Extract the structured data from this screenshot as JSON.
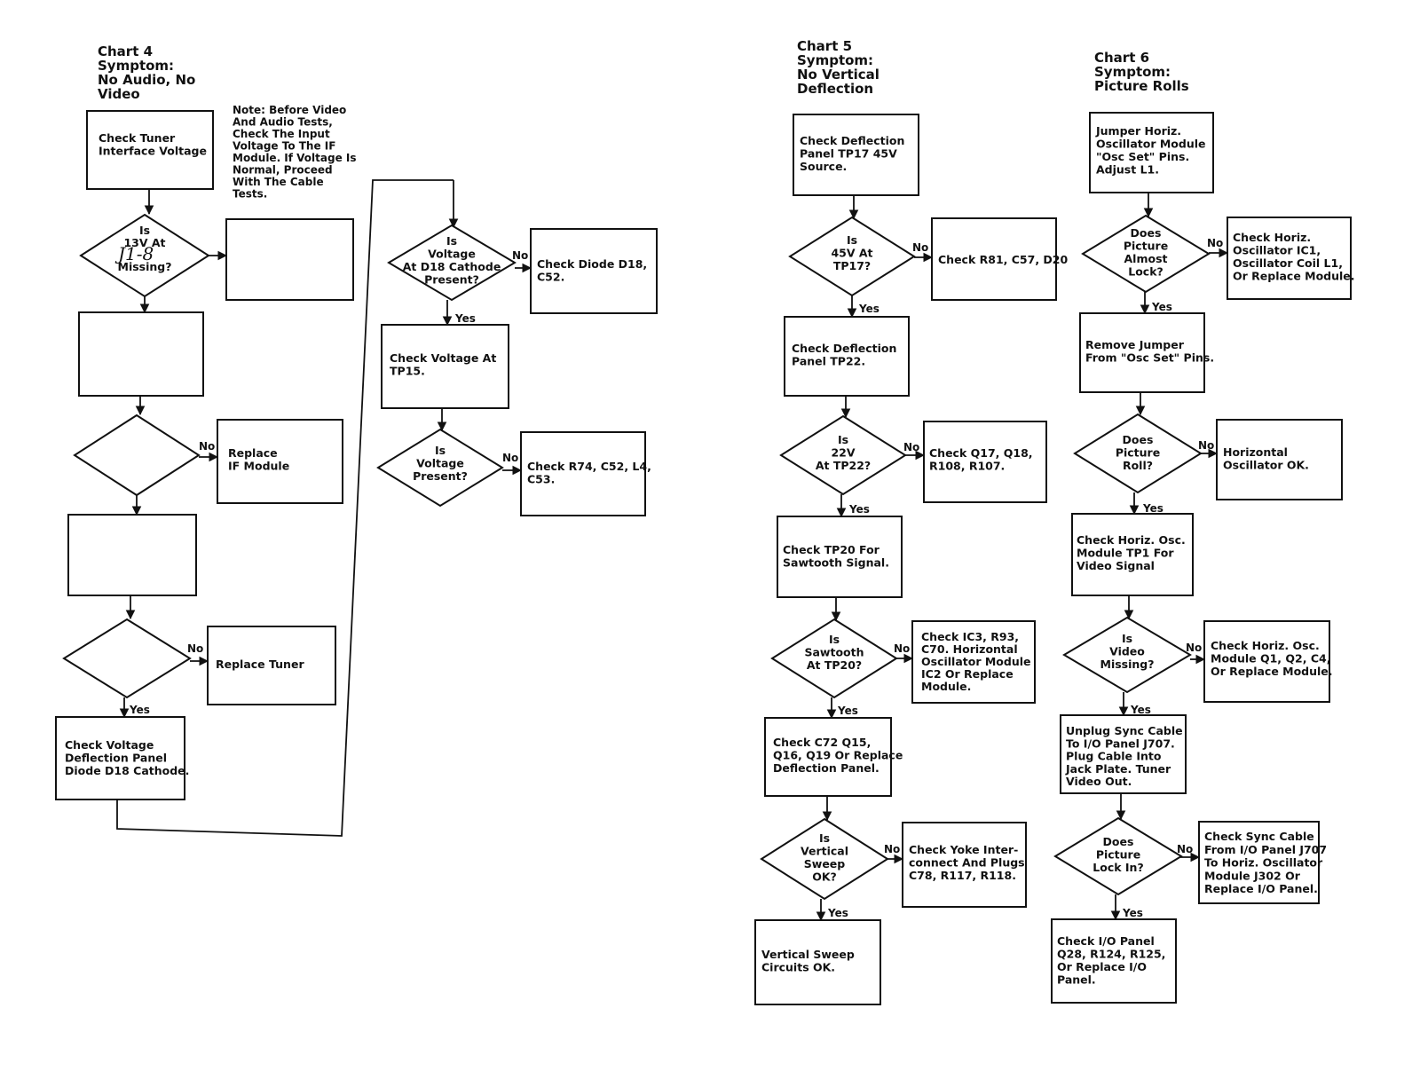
{
  "charts": [
    {
      "title": [
        "Chart 4",
        "Symptom:",
        "No Audio, No",
        "Video"
      ],
      "note": [
        "Note: Before Video",
        "And Audio Tests,",
        "Check The Input",
        "Voltage To The IF",
        "Module. If Voltage Is",
        "Normal, Proceed",
        "With The Cable",
        "Tests."
      ],
      "handwriting": "J1-8",
      "boxes": [
        [
          "Check Tuner",
          "Interface Voltage"
        ],
        [
          ""
        ],
        [
          ""
        ],
        [
          "Replace",
          "IF Module"
        ],
        [
          ""
        ],
        [
          "Replace Tuner"
        ],
        [
          "Check Voltage",
          "Deflection Panel",
          "Diode D18 Cathode."
        ],
        [
          "Check Diode D18,",
          "C52."
        ],
        [
          "Check Voltage At",
          "TP15."
        ],
        [
          "Check R74, C52, L4,",
          "C53."
        ]
      ],
      "diamonds": [
        [
          "Is",
          "13V At",
          "",
          "Missing?"
        ],
        [
          ""
        ],
        [
          ""
        ],
        [
          "Is",
          "Voltage",
          "At D18 Cathode",
          "Present?"
        ],
        [
          "Is",
          "Voltage",
          "Present?"
        ]
      ],
      "labels": [
        "No",
        "No",
        "Yes",
        "No",
        "Yes",
        "No"
      ]
    },
    {
      "title": [
        "Chart 5",
        "Symptom:",
        "No Vertical",
        "Deflection"
      ],
      "boxes": [
        [
          "Check Deflection",
          "Panel TP17 45V",
          "Source."
        ],
        [
          "Check R81, C57, D20"
        ],
        [
          "Check Deflection",
          "Panel TP22."
        ],
        [
          "Check Q17, Q18,",
          "R108, R107."
        ],
        [
          "Check TP20 For",
          "Sawtooth Signal."
        ],
        [
          "Check IC3, R93,",
          "C70. Horizontal",
          "Oscillator Module",
          "IC2 Or Replace",
          "Module."
        ],
        [
          "Check C72 Q15,",
          "Q16, Q19 Or Replace",
          "Deflection Panel."
        ],
        [
          "Check Yoke Inter-",
          "connect And Plugs",
          "C78, R117, R118."
        ],
        [
          "Vertical Sweep",
          "Circuits OK."
        ]
      ],
      "diamonds": [
        [
          "Is",
          "45V At",
          "TP17?"
        ],
        [
          "Is",
          "22V",
          "At TP22?"
        ],
        [
          "Is",
          "Sawtooth",
          "At TP20?"
        ],
        [
          "Is",
          "Vertical",
          "Sweep",
          "OK?"
        ]
      ],
      "labels": [
        "No",
        "Yes",
        "No",
        "Yes",
        "No",
        "Yes",
        "No",
        "Yes"
      ]
    },
    {
      "title": [
        "Chart 6",
        "Symptom:",
        "Picture Rolls"
      ],
      "boxes": [
        [
          "Jumper Horiz.",
          "Oscillator Module",
          "\"Osc Set\" Pins.",
          "Adjust L1."
        ],
        [
          "Check Horiz.",
          "Oscillator IC1,",
          "Oscillator Coil L1,",
          "Or Replace Module."
        ],
        [
          "Remove Jumper",
          "From \"Osc Set\" Pins."
        ],
        [
          "Horizontal",
          "Oscillator OK."
        ],
        [
          "Check Horiz. Osc.",
          "Module TP1 For",
          "Video Signal"
        ],
        [
          "Check Horiz. Osc.",
          "Module Q1, Q2, C4,",
          "Or Replace Module."
        ],
        [
          "Unplug Sync Cable",
          "To I/O Panel J707.",
          "Plug Cable Into",
          "Jack Plate. Tuner",
          "Video Out."
        ],
        [
          "Check Sync Cable",
          "From I/O Panel J707",
          "To Horiz. Oscillator",
          "Module J302 Or",
          "Replace I/O Panel."
        ],
        [
          "Check I/O Panel",
          "Q28, R124, R125,",
          "Or Replace I/O",
          "Panel."
        ]
      ],
      "diamonds": [
        [
          "Does",
          "Picture",
          "Almost",
          "Lock?"
        ],
        [
          "Does",
          "Picture",
          "Roll?"
        ],
        [
          "Is",
          "Video",
          "Missing?"
        ],
        [
          "Does",
          "Picture",
          "Lock In?"
        ]
      ],
      "labels": [
        "No",
        "Yes",
        "No",
        "Yes",
        "No",
        "Yes",
        "No",
        "Yes"
      ]
    }
  ]
}
